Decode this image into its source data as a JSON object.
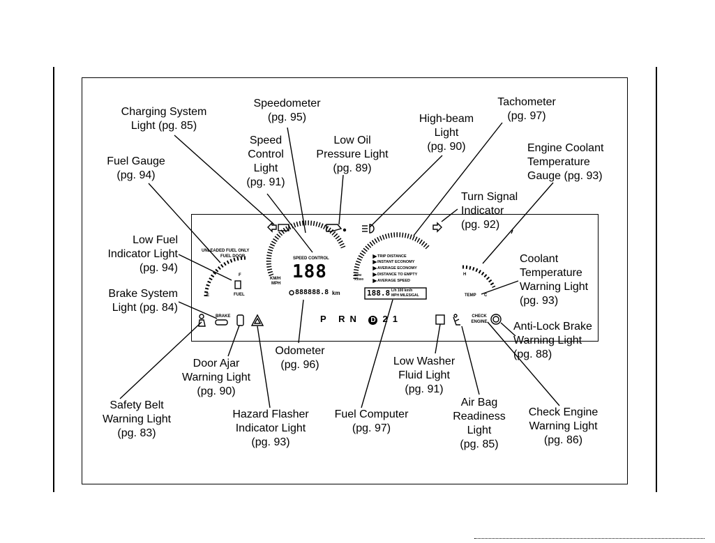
{
  "callouts": {
    "charging_system": [
      "Charging System",
      "Light (pg. 85)"
    ],
    "speedometer": [
      "Speedometer",
      "(pg. 95)"
    ],
    "speed_control": [
      "Speed",
      "Control",
      "Light",
      "(pg. 91)"
    ],
    "low_oil": [
      "Low Oil",
      "Pressure Light",
      "(pg. 89)"
    ],
    "high_beam": [
      "High-beam",
      "Light",
      "(pg. 90)"
    ],
    "tachometer": [
      "Tachometer",
      "(pg. 97)"
    ],
    "engine_coolant_gauge": [
      "Engine Coolant",
      "Temperature",
      "Gauge (pg. 93)"
    ],
    "fuel_gauge": [
      "Fuel Gauge",
      "(pg. 94)"
    ],
    "turn_signal": [
      "Turn Signal",
      "Indicator",
      "(pg. 92)"
    ],
    "low_fuel": [
      "Low Fuel",
      "Indicator Light",
      "(pg. 94)"
    ],
    "coolant_warning": [
      "Coolant",
      "Temperature",
      "Warning Light",
      "(pg. 93)"
    ],
    "brake_system": [
      "Brake System",
      "Light (pg. 84)"
    ],
    "anti_lock": [
      "Anti-Lock Brake",
      "Warning Light",
      "(pg. 88)"
    ],
    "odometer": [
      "Odometer",
      "(pg. 96)"
    ],
    "door_ajar": [
      "Door Ajar",
      "Warning Light",
      "(pg. 90)"
    ],
    "low_washer": [
      "Low Washer",
      "Fluid Light",
      "(pg. 91)"
    ],
    "safety_belt": [
      "Safety Belt",
      "Warning Light",
      "(pg. 83)"
    ],
    "hazard": [
      "Hazard Flasher",
      "Indicator Light",
      "(pg. 93)"
    ],
    "fuel_computer": [
      "Fuel Computer",
      "(pg. 97)"
    ],
    "air_bag": [
      "Air Bag",
      "Readiness",
      "Light",
      "(pg. 85)"
    ],
    "check_engine": [
      "Check Engine",
      "Warning Light",
      "(pg. 86)"
    ]
  },
  "panel": {
    "fuel_note": "UNLEADED FUEL ONLY",
    "fuel_door": "FUEL DOOR",
    "fuel_label": "FUEL",
    "fuel_e": "E",
    "fuel_f": "F",
    "speed_control": "SPEED CONTROL",
    "speed_digits": "188",
    "kmh": "KM/H",
    "mph": "MPH",
    "odometer": "888888.8",
    "odometer_unit": "km",
    "tach_unit": "RPM X1000",
    "trip_messages": [
      "TRIP DISTANCE",
      "INSTANT ECONOMY",
      "AVERAGE ECONOMY",
      "DISTANCE TO EMPTY",
      "AVERAGE SPEED"
    ],
    "fuel_digits": "188.8",
    "fuel_units_top": "L/h 100 km/h",
    "fuel_units_bottom": "MPH MILES/GAL",
    "gear_p": "P",
    "gear_rn": "RN",
    "gear_d": "D",
    "gear_21": "21",
    "brake": "BRAKE",
    "check_engine": "CHECK ENGINE",
    "temp_label": "TEMP",
    "temp_h": "H",
    "temp_c": "C"
  }
}
